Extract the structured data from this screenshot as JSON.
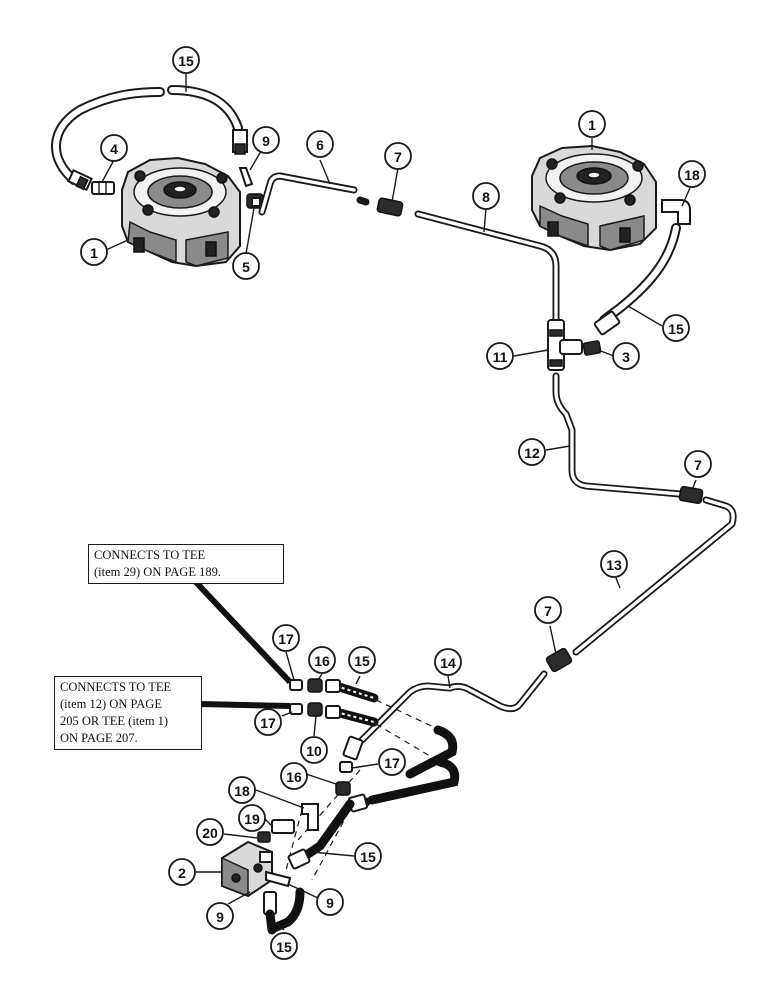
{
  "notes": {
    "note_189": {
      "lines": [
        "CONNECTS TO TEE",
        "(item 29) ON PAGE 189."
      ]
    },
    "note_205": {
      "lines": [
        "CONNECTS TO TEE",
        "(item 12) ON PAGE",
        "205 OR TEE (item 1)",
        "ON PAGE 207."
      ]
    }
  },
  "balloons": [
    {
      "id": "b15-top-left",
      "label": "15"
    },
    {
      "id": "b4",
      "label": "4"
    },
    {
      "id": "b1-left",
      "label": "1"
    },
    {
      "id": "b9-top",
      "label": "9"
    },
    {
      "id": "b5",
      "label": "5"
    },
    {
      "id": "b6",
      "label": "6"
    },
    {
      "id": "b7-top",
      "label": "7"
    },
    {
      "id": "b8",
      "label": "8"
    },
    {
      "id": "b1-right",
      "label": "1"
    },
    {
      "id": "b18-top",
      "label": "18"
    },
    {
      "id": "b15-right",
      "label": "15"
    },
    {
      "id": "b11",
      "label": "11"
    },
    {
      "id": "b3",
      "label": "3"
    },
    {
      "id": "b12",
      "label": "12"
    },
    {
      "id": "b7-mid",
      "label": "7"
    },
    {
      "id": "b13",
      "label": "13"
    },
    {
      "id": "b7-low",
      "label": "7"
    },
    {
      "id": "b14",
      "label": "14"
    },
    {
      "id": "b17-a",
      "label": "17"
    },
    {
      "id": "b16-a",
      "label": "16"
    },
    {
      "id": "b15-a",
      "label": "15"
    },
    {
      "id": "b17-b",
      "label": "17"
    },
    {
      "id": "b10",
      "label": "10"
    },
    {
      "id": "b16-b",
      "label": "16"
    },
    {
      "id": "b17-c",
      "label": "17"
    },
    {
      "id": "b18-low",
      "label": "18"
    },
    {
      "id": "b19",
      "label": "19"
    },
    {
      "id": "b20",
      "label": "20"
    },
    {
      "id": "b2",
      "label": "2"
    },
    {
      "id": "b15-b",
      "label": "15"
    },
    {
      "id": "b9-low-left",
      "label": "9"
    },
    {
      "id": "b9-low-right",
      "label": "9"
    },
    {
      "id": "b15-bottom",
      "label": "15"
    }
  ]
}
